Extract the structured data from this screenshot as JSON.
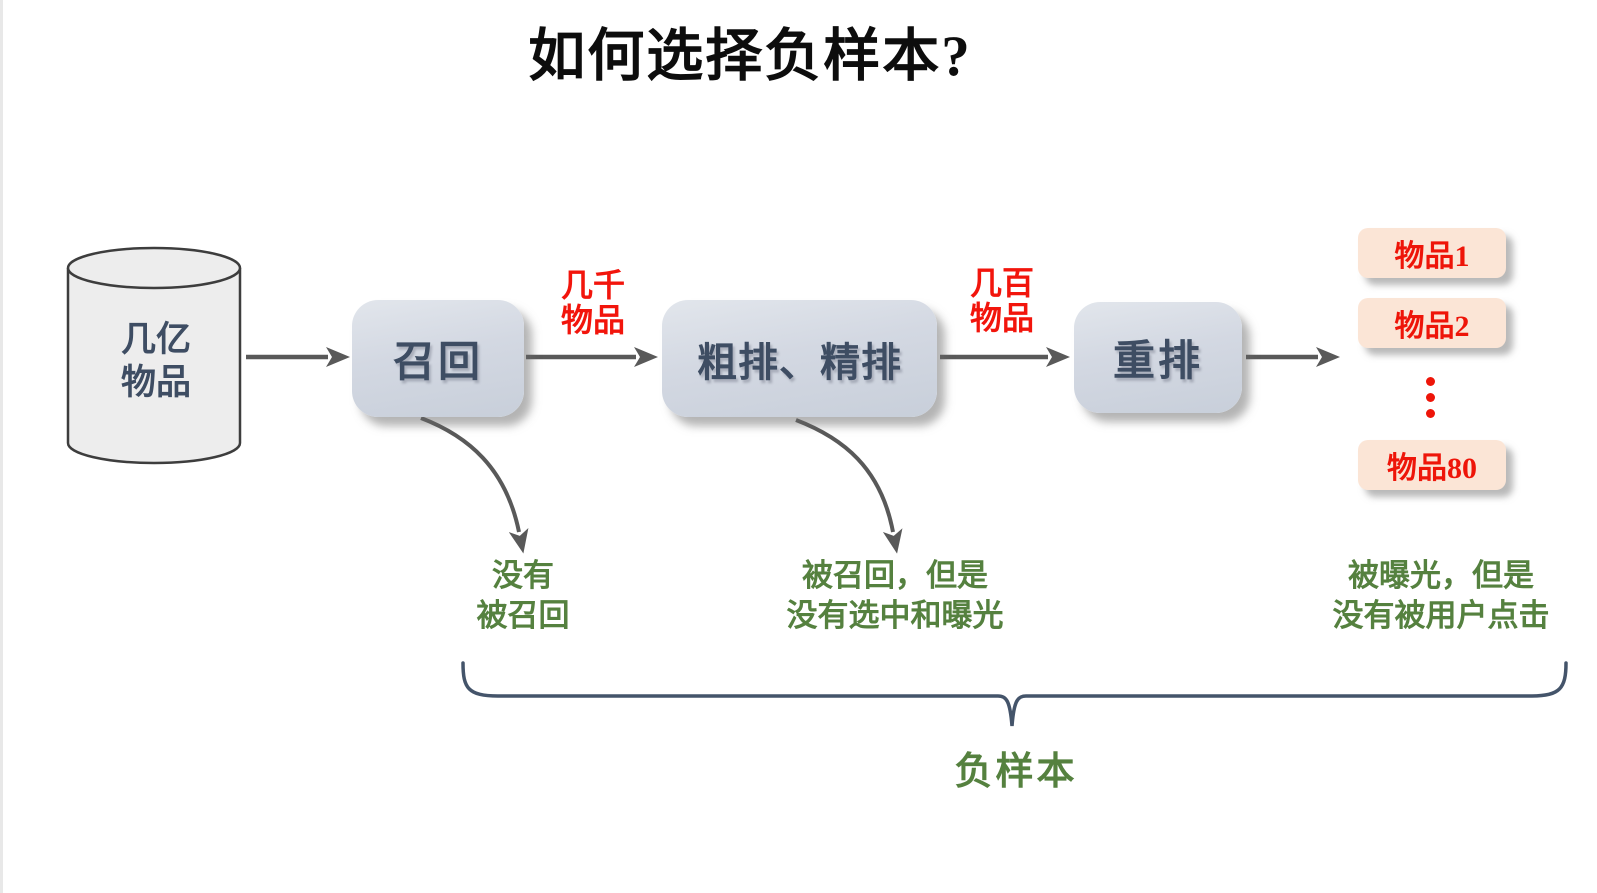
{
  "title": "如何选择负样本?",
  "source_db": {
    "line1": "几亿",
    "line2": "物品"
  },
  "stages": [
    {
      "label": "召回"
    },
    {
      "label": "粗排、精排"
    },
    {
      "label": "重排"
    }
  ],
  "flow_labels": [
    {
      "line1": "几千",
      "line2": "物品"
    },
    {
      "line1": "几百",
      "line2": "物品"
    }
  ],
  "output_items": [
    {
      "label": "物品1"
    },
    {
      "label": "物品2"
    },
    {
      "label": "物品80"
    }
  ],
  "notes": [
    {
      "line1": "没有",
      "line2": "被召回"
    },
    {
      "line1": "被召回，但是",
      "line2": "没有选中和曝光"
    },
    {
      "line1": "被曝光，但是",
      "line2": "没有被用户点击"
    }
  ],
  "brace_label": "负样本",
  "colors": {
    "title_text": "#0d0d0d",
    "stage_text": "#3e4d63",
    "stage_box_bg": "#d3d8e2",
    "flow_label_red": "#f2150c",
    "item_text_red": "#ee1509",
    "item_box_bg": "#fbe5d6",
    "note_green": "#55813f",
    "arrow_gray": "#595959",
    "brace_navy": "#44546a",
    "cylinder_bg": "#ededed"
  }
}
